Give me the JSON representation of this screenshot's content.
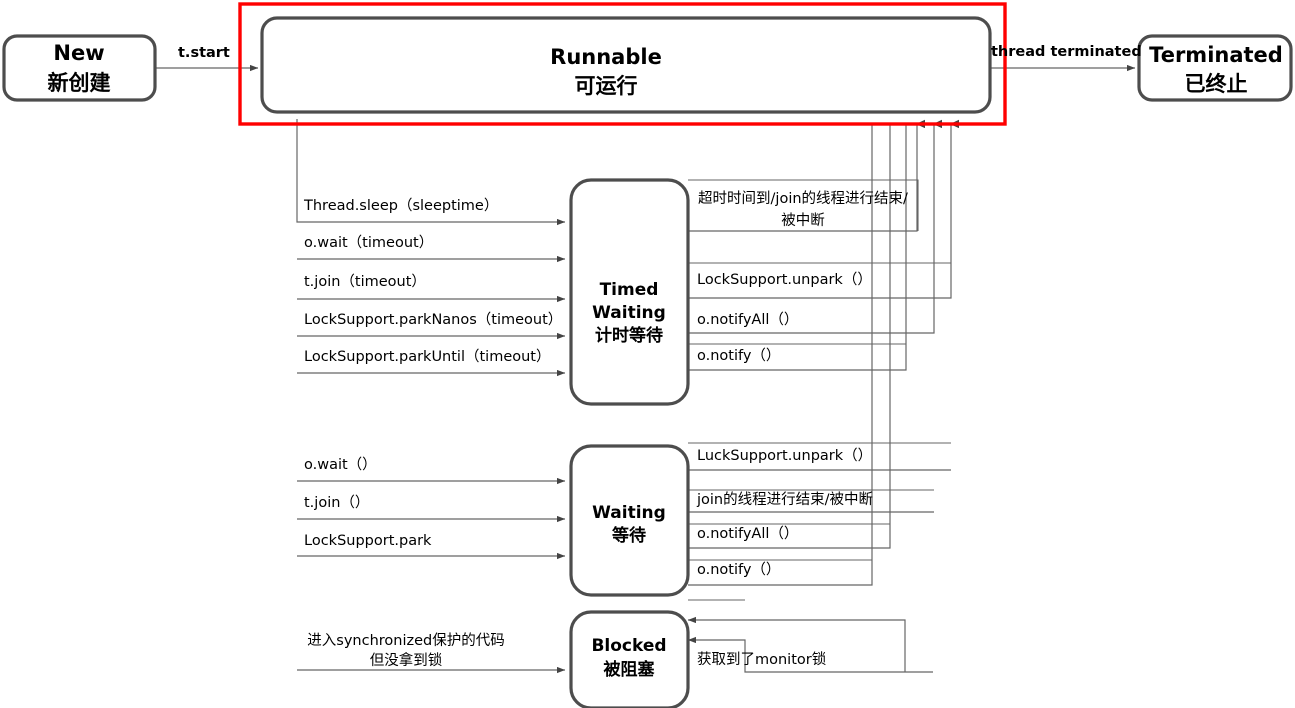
{
  "diagram": {
    "title": "Java Thread State Transition Diagram",
    "highlight_color": "#ff0000",
    "states": {
      "new": {
        "en": "New",
        "cn": "新创建"
      },
      "runnable": {
        "en": "Runnable",
        "cn": "可运行"
      },
      "terminated": {
        "en": "Terminated",
        "cn": "已终止"
      },
      "timed_waiting": {
        "en1": "Timed",
        "en2": "Waiting",
        "cn": "计时等待"
      },
      "waiting": {
        "en": "Waiting",
        "cn": "等待"
      },
      "blocked": {
        "en": "Blocked",
        "cn": "被阻塞"
      }
    },
    "transitions": {
      "new_to_runnable": "t.start",
      "runnable_to_terminated": "thread terminated",
      "to_timed_waiting": [
        "Thread.sleep（sleeptime）",
        "o.wait（timeout）",
        "t.join（timeout）",
        "LockSupport.parkNanos（timeout）",
        "LockSupport.parkUntil（timeout）"
      ],
      "from_timed_waiting": [
        {
          "line1": "超时时间到/join的线程进行结束/",
          "line2": "被中断"
        },
        {
          "line1": "LockSupport.unpark（）",
          "line2": ""
        },
        {
          "line1": "o.notifyAll（）",
          "line2": ""
        },
        {
          "line1": "o.notify（）",
          "line2": ""
        }
      ],
      "to_waiting": [
        "o.wait（）",
        "t.join（）",
        "LockSupport.park"
      ],
      "from_waiting": [
        "LuckSupport.unpark（）",
        "join的线程进行结束/被中断",
        "o.notifyAll（）",
        "o.notify（）"
      ],
      "to_blocked": {
        "line1": "进入synchronized保护的代码",
        "line2": "但没拿到锁"
      },
      "from_blocked": "获取到了monitor锁"
    }
  }
}
